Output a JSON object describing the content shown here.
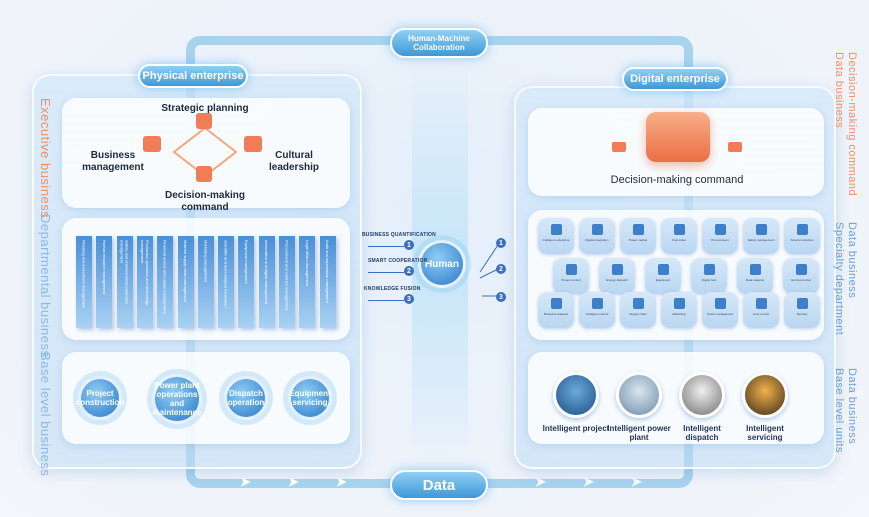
{
  "top_label": "Human-Machine\nCollaboration",
  "bottom_label": "Data",
  "left": {
    "title": "Physical enterprise",
    "side_labels": {
      "executive": "Executive business",
      "departmental": "Departmental business",
      "base": "Base level business"
    },
    "executive_nodes": {
      "top": "Strategic planning",
      "left": "Business\nmanagement",
      "right": "Cultural\nleadership",
      "bottom": "Decision-making\ncommand"
    },
    "department_bars": [
      "Planning and investment management",
      "Human resource management",
      "Safety and environmental protection management",
      "Production operation and technology management",
      "Financial assets and capital management",
      "Material supply chain management",
      "Marketing management",
      "Scientific and technological innovation",
      "Equipment management",
      "Information and digital management",
      "Procurement and contract management",
      "Legal affairs management",
      "Audit and supervision management"
    ],
    "base_bubbles": [
      "Project\nconstruction",
      "Power plant\noperations\nand maintenance",
      "Dispatch\noperation",
      "Equipment\nservicing"
    ]
  },
  "center": {
    "hub": "Human",
    "steps": [
      {
        "label": "BUSINESS QUANTIFICATION",
        "num": "1"
      },
      {
        "label": "SMART COOPERATION",
        "num": "2"
      },
      {
        "label": "KNOWLEDGE FUSION",
        "num": "3"
      }
    ],
    "right_nums": [
      "1",
      "2",
      "3"
    ]
  },
  "right": {
    "title": "Digital enterprise",
    "side_labels": {
      "decision": "Decision-making command\nData business",
      "specialty": "Data business\nSpecialty department",
      "base": "Data business\nBase level units"
    },
    "decision_caption": "Decision-making command",
    "specialty_tiles": [
      "Intelligent enterprise",
      "Digital integration",
      "Power market",
      "Cost index",
      "Procurement",
      "Safety management",
      "Smart production",
      "Project control",
      "Energy dispatch",
      "Equipment",
      "Digital twin",
      "Data analysis",
      "Environmental",
      "Business analysis",
      "Intelligent control",
      "Supply chain",
      "Marketing",
      "Smart management",
      "Cost control",
      "Security"
    ],
    "base_units": [
      "Intelligent project",
      "Intelligent power plant",
      "Intelligent dispatch",
      "Intelligent servicing"
    ]
  },
  "colors": {
    "frame": "#a8d3ee",
    "accent_orange": "#ef8f68",
    "accent_blue": "#3a6fc0",
    "panel": "#d2e8fa"
  }
}
